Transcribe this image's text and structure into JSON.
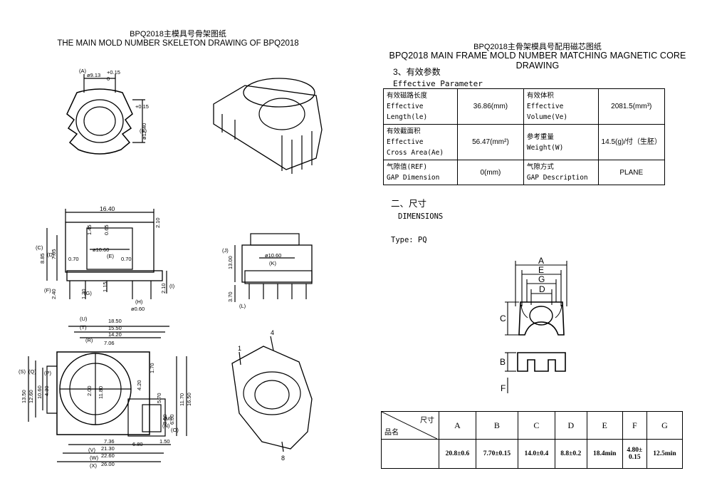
{
  "left_title": {
    "cn": "BPQ2018主模具号骨架图纸",
    "en": "THE MAIN MOLD NUMBER SKELETON DRAWING OF BPQ2018"
  },
  "right_title": {
    "cn": "BPQ2018主骨架模具号配用磁芯图纸",
    "en": "BPQ2018 MAIN FRAME MOLD NUMBER MATCHING MAGNETIC CORE DRAWING"
  },
  "section3": {
    "heading": "3、有效参数",
    "sub": "Effective Parameter"
  },
  "ep_table": {
    "rows": [
      {
        "l1": "有效磁路长度",
        "l2": "Effective",
        "l3": "Length(le)",
        "v1": "36.86(mm)",
        "l4": "有效体积",
        "l5": "Effective",
        "l6": "Volume(Ve)",
        "v2": "2081.5(mm³)"
      },
      {
        "l1": "有效截面积",
        "l2": "Effective",
        "l3": "Cross Area(Ae)",
        "v1": "56.47(mm²)",
        "l4": "参考重量",
        "l5": "Weight(W)",
        "l6": "",
        "v2": "14.5(g)/付（生胚）"
      },
      {
        "l1": "气隙值(REF)",
        "l2": "GAP Dimension",
        "l3": "",
        "v1": "0(mm)",
        "l4": "气隙方式",
        "l5": "GAP Description",
        "l6": "",
        "v2": "PLANE"
      }
    ]
  },
  "section2": {
    "heading": "二、尺寸",
    "sub": "DIMENSIONS",
    "type": "Type: PQ"
  },
  "core_labels": {
    "A": "A",
    "E": "E",
    "G": "G",
    "D": "D",
    "C": "C",
    "B": "B",
    "F": "F"
  },
  "dim_table": {
    "corner_top": "尺寸",
    "corner_bottom": "品名",
    "headers": [
      "A",
      "B",
      "C",
      "D",
      "E",
      "F",
      "G"
    ],
    "values": [
      "20.8±0.6",
      "7.70±0.15",
      "14.0±0.4",
      "8.8±0.2",
      "18.4min",
      "4.80±",
      "12.5min"
    ],
    "value_f_line2": "0.15"
  },
  "top_view": {
    "d1": "(A)",
    "d2": "ø9.13",
    "d3": "+0.15",
    "d4": "0",
    "d5": "ø17.40",
    "d6": "(B)",
    "d7": "+0.15"
  },
  "front_view": {
    "w": "16.40",
    "h1": "1.45",
    "h2": "0.65",
    "h3": "2.10",
    "d": "ø10.60",
    "e": "(E)",
    "c": "(C)",
    "dd": "(D)",
    "p1": "8.85",
    "p2": "7.05",
    "g1": "0.70",
    "g2": "0.70",
    "f": "(F)",
    "b1": "2.40",
    "b2": "1.30",
    "b3": "(G)",
    "b4": "1.15",
    "b5": "(I)",
    "b6": "2.10",
    "h": "(H)",
    "pin": "ø0.60"
  },
  "side_view": {
    "j": "(J)",
    "h1": "13.00",
    "d": "ø10.60",
    "k": "(K)",
    "h2": "3.70",
    "l": "(L)"
  },
  "bottom_view": {
    "t1": "(U)",
    "t2": "18.50",
    "t3": "(T)",
    "t4": "15.50",
    "t5": "14.20",
    "t6": "(R)",
    "t7": "7.06",
    "l1": "13.50",
    "l2": "12.60",
    "l3": "(S)",
    "l4": "(Q)",
    "l5": "10.60",
    "l6": "4.30",
    "l7": "(P)",
    "c1": "2.00",
    "c2": "11.80",
    "c3": "4.20",
    "r1": "1.70",
    "r2": "5.70",
    "r3": "3.50",
    "r4": "6.00",
    "r5": "11.70",
    "r6": "16.50",
    "r7": "(M)",
    "r8": "(N)",
    "r9": "(O)",
    "r10": "1.50",
    "b1": "7.36",
    "b2": "6.80",
    "b3": "21.30",
    "b4": "(V)",
    "b5": "22.60",
    "b6": "(W)",
    "b7": "26.00",
    "b8": "(X)"
  },
  "iso_view": {
    "p1": "1",
    "p4": "4",
    "p8": "8"
  }
}
